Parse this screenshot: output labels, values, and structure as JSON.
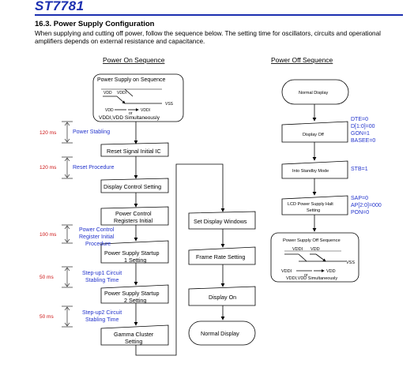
{
  "header": {
    "logo_text": "ST7781",
    "section_title": "16.3. Power Supply Configuration",
    "intro_text": "When supplying and cutting off power, follow the sequence below. The setting time for oscillators, circuits and operational amplifiers depends on external resistance and capacitance."
  },
  "colors": {
    "brand_blue": "#1b2fb0",
    "note_blue": "#2233cc",
    "time_red": "#cc1111"
  },
  "power_on": {
    "title": "Power On Sequence",
    "seq_box": {
      "title": "Power Supply on Sequence",
      "vdd": "VDD",
      "vddi": "VDDI",
      "vss": "VSS",
      "vdd2": "VDD",
      "or": "or",
      "vddi2": "VDDI",
      "caption": "VDDI,VDD Simultaneously"
    },
    "steps": {
      "reset": "Reset Signal Initial IC",
      "display_control": "Display Control Setting",
      "power_control_1": "Power Control",
      "power_control_2": "Registers Initial",
      "startup1_1": "Power Supply Startup",
      "startup1_2": "1 Setting",
      "startup2_1": "Power Supply Startup",
      "startup2_2": "2 Setting",
      "gamma_1": "Gamma Cluster",
      "gamma_2": "Setting",
      "set_windows": "Set Display Windows",
      "frame_rate": "Frame Rate Setting",
      "display_on": "Display On",
      "normal_display": "Normal Display"
    },
    "timings": {
      "t1": "120 ms",
      "t2": "120 ms",
      "t3": "100 ms",
      "t4": "50 ms",
      "t5": "50 ms"
    },
    "notes": {
      "power_stabling": "Power Stabling",
      "reset_procedure": "Reset Procedure",
      "pc_1": "Power Control",
      "pc_2": "Register Initial",
      "pc_3": "Procedure",
      "s1_1": "Step-up1 Circuit",
      "s1_2": "Stabling Time",
      "s2_1": "Step-up2 Circuit",
      "s2_2": "Stabling Time"
    }
  },
  "power_off": {
    "title": "Power Off Sequence",
    "steps": {
      "normal_display": "Normal Display",
      "display_off": "Display Off",
      "standby": "Into Standby Mode",
      "lcd_halt_1": "LCD Power Supply Halt",
      "lcd_halt_2": "Setting"
    },
    "regs": {
      "dte": "DTE=0",
      "d": "D[1:0]=00",
      "gon": "GON=1",
      "basee": "BASEE=0",
      "stb": "STB=1",
      "sap": "SAP=0",
      "ap": "AP[2:0]=000",
      "pon": "PON=0"
    },
    "seq_box": {
      "title": "Power Supply Off Sequence",
      "vddi": "VDDI",
      "vdd": "VDD",
      "vss": "VSS",
      "vddi2": "VDDI",
      "vdd2": "VDD",
      "or": "or",
      "caption": "VDDI,VDD Simultaneously"
    }
  }
}
